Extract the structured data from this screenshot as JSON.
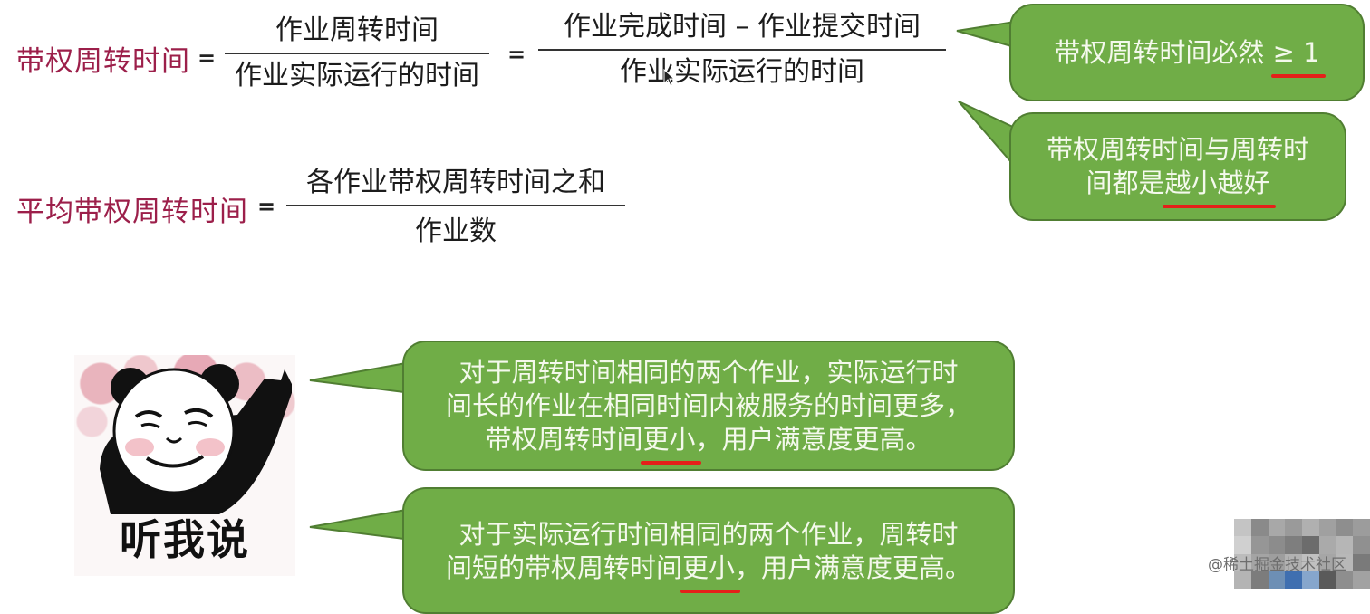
{
  "slide": {
    "formulas": {
      "weighted_turnaround": {
        "term": "带权周转时间",
        "equals": "=",
        "fraction1": {
          "numerator": "作业周转时间",
          "denominator": "作业实际运行的时间"
        },
        "equals2": "=",
        "fraction2": {
          "numerator": "作业完成时间 – 作业提交时间",
          "denominator": "作业实际运行的时间"
        }
      },
      "avg_weighted_turnaround": {
        "term": "平均带权周转时间",
        "equals": "=",
        "fraction": {
          "numerator": "各作业带权周转时间之和",
          "denominator": "作业数"
        }
      }
    },
    "callouts": {
      "top": {
        "text_before": "带权周转时间必然 ",
        "underlined": "≥ 1",
        "text_after": ""
      },
      "middle": {
        "line1": "带权周转时间与周转时",
        "line2_before": "间都是",
        "underlined": "越小越好",
        "line2_after": ""
      }
    },
    "meme": {
      "caption": "听我说"
    },
    "explanations": [
      {
        "line1": "对于周转时间相同的两个作业，实际运行时",
        "line2": "间长的作业在相同时间内被服务的时间更多，",
        "line3_before": "带权周转时间",
        "underlined": "更小",
        "line3_after": "，用户满意度更高。"
      },
      {
        "line1": "对于实际运行时间相同的两个作业，周转时",
        "line2_before": "间短的带权周转时间",
        "underlined": "更小",
        "line2_after": "，用户满意度更高。"
      }
    ],
    "watermark": "@稀土掘金技术社区",
    "colors": {
      "term": "#9c1f4a",
      "bubble_fill": "#70ad47",
      "bubble_border": "#507e32",
      "bubble_text": "#f4f9ec",
      "underline": "#e5201a"
    }
  }
}
